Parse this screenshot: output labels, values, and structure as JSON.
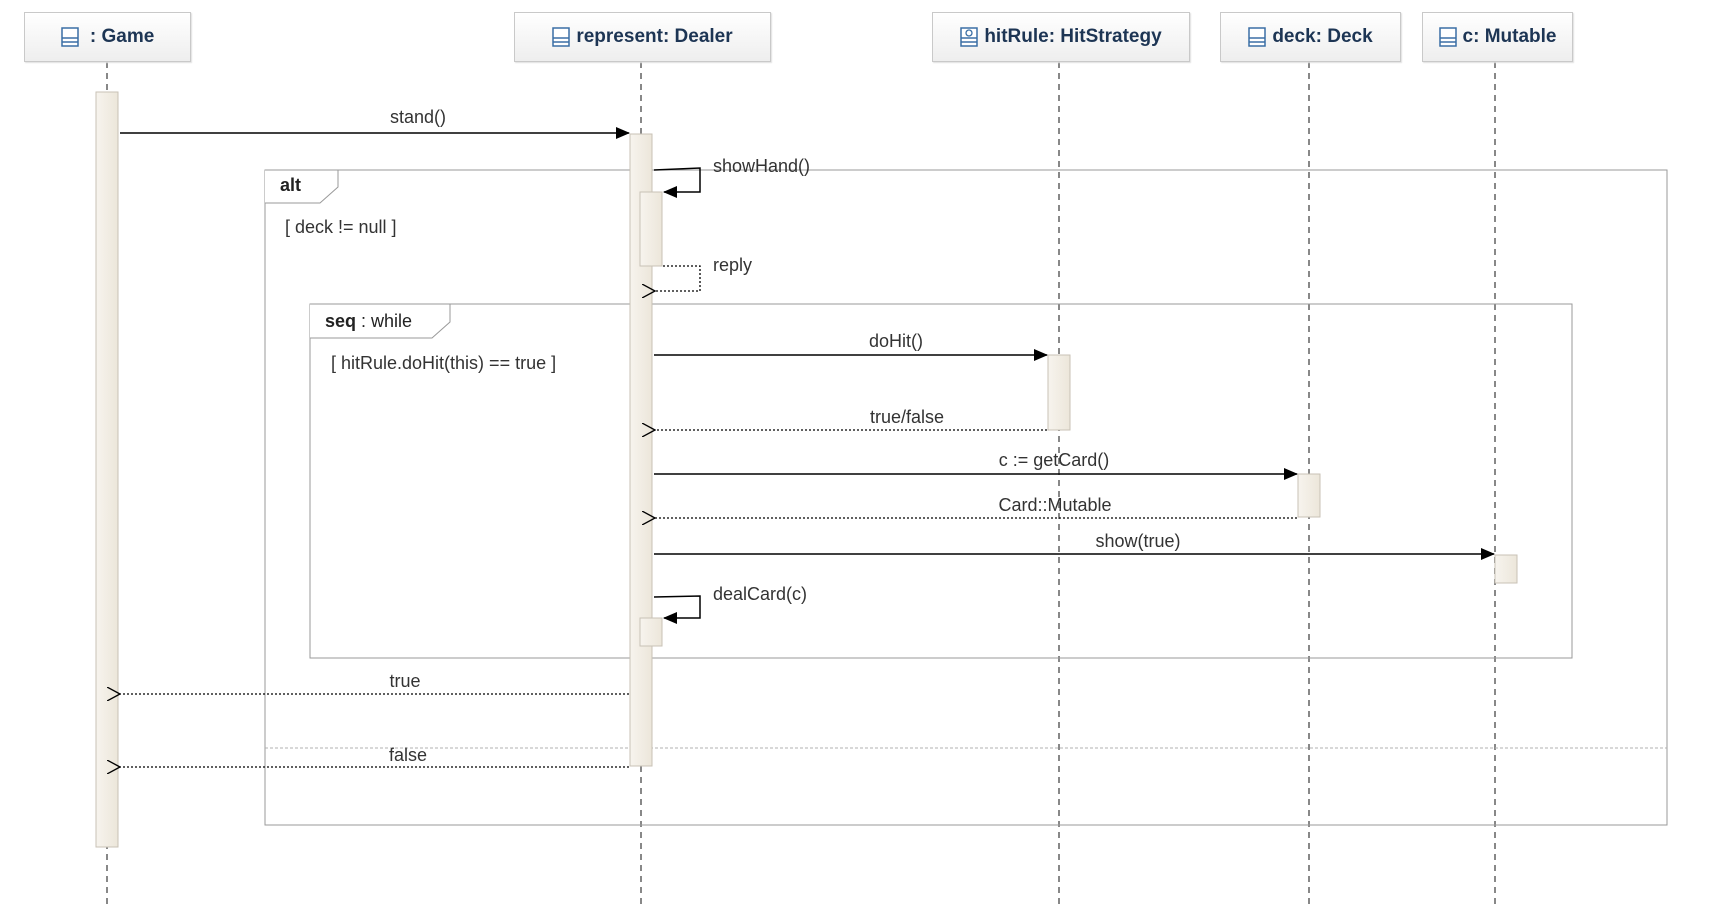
{
  "diagram": {
    "lifelines": [
      {
        "id": "game",
        "label": " : Game",
        "icon": "class-icon"
      },
      {
        "id": "dealer",
        "label": "represent: Dealer",
        "icon": "class-icon"
      },
      {
        "id": "hitrule",
        "label": "hitRule: HitStrategy",
        "icon": "interface-icon"
      },
      {
        "id": "deck",
        "label": "deck: Deck",
        "icon": "class-icon"
      },
      {
        "id": "mutable",
        "label": "c: Mutable",
        "icon": "class-icon"
      }
    ],
    "messages": {
      "stand": "stand()",
      "show_hand": "showHand()",
      "reply": "reply",
      "do_hit": "doHit()",
      "true_false": "true/false",
      "get_card": "c := getCard()",
      "card_mutable": "Card::Mutable",
      "show_true": "show(true)",
      "deal_card": "dealCard(c)",
      "ret_true": "true",
      "ret_false": "false"
    },
    "frames": {
      "alt": {
        "operator": "alt",
        "guard": "[ deck != null ]"
      },
      "seq": {
        "operator": "seq",
        "suffix": " : while",
        "guard": "[ hitRule.doHit(this) == true ]"
      }
    },
    "colors": {
      "activation_fill": "#f3efe6",
      "lifeline": "#888888",
      "frame_border": "#9a9a9a",
      "icon": "#3a6ea5"
    }
  }
}
